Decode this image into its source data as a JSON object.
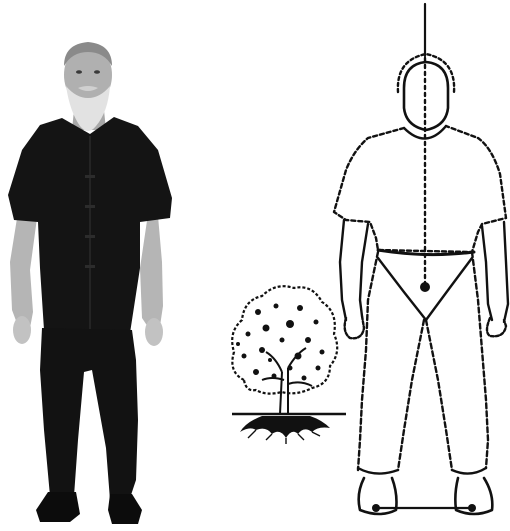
{
  "figure": {
    "panels": [
      {
        "id": "photo",
        "subject": "standing-man-photo"
      },
      {
        "id": "tree",
        "subject": "tree-with-roots-drawing"
      },
      {
        "id": "diagram",
        "subject": "standing-posture-outline-drawing"
      }
    ]
  },
  "colors": {
    "background": "#ffffff",
    "ink": "#111111",
    "clothing": "#141414",
    "skin": "#b9b9b9",
    "beard": "#e4e4e4"
  }
}
